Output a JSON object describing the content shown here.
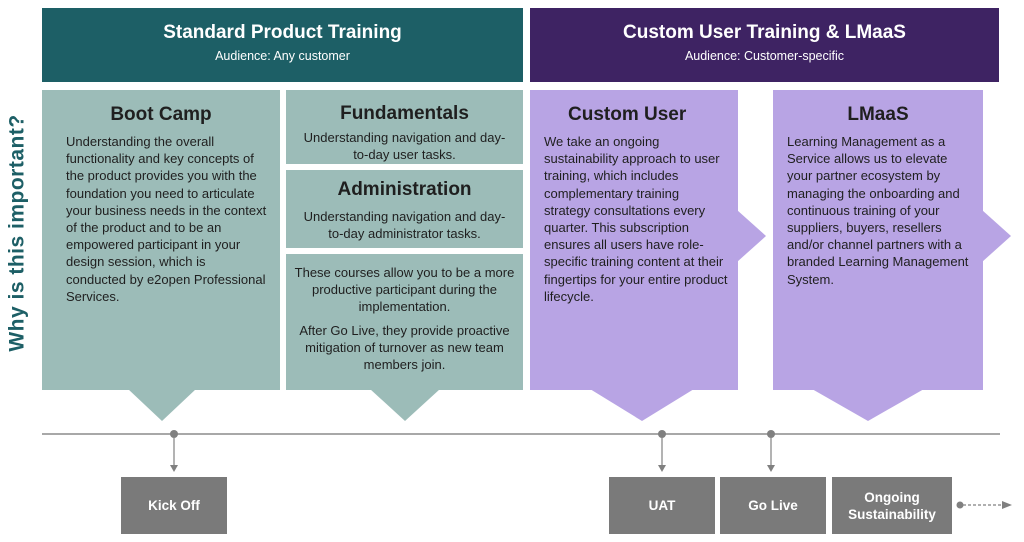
{
  "headers": {
    "standard": {
      "title": "Standard Product Training",
      "subtitle": "Audience: Any customer"
    },
    "custom": {
      "title": "Custom User Training & LMaaS",
      "subtitle": "Audience: Customer-specific"
    }
  },
  "side_label": "Why is this important?",
  "boot_camp": {
    "title": "Boot Camp",
    "text": "Understanding the overall functionality and key concepts of the product provides you with the foundation you need to articulate your business needs in the context of the product and to be an empowered participant in your design session, which is conducted by e2open Professional Services."
  },
  "fundamentals": {
    "title": "Fundamentals",
    "text": "Understanding navigation and day-to-day user tasks."
  },
  "administration": {
    "title": "Administration",
    "text": "Understanding navigation and day-to-day administrator tasks."
  },
  "courses_note": {
    "p1": "These courses allow you to be a more productive participant during the implementation.",
    "p2": "After Go Live, they provide proactive mitigation of turnover as new team members join."
  },
  "custom_user": {
    "title": "Custom User",
    "text": "We take an ongoing sustainability approach to user training, which includes complementary training strategy consultations every quarter. This subscription ensures all users have role-specific training content at their fingertips for your entire product lifecycle."
  },
  "lmaas": {
    "title": "LMaaS",
    "text": "Learning Management as a Service allows us to elevate your partner ecosystem by managing the onboarding and continuous training of your suppliers, buyers, resellers and/or channel partners with a branded Learning Management System."
  },
  "milestones": {
    "kick_off": "Kick Off",
    "uat": "UAT",
    "go_live": "Go Live",
    "ongoing": "Ongoing Sustainability"
  },
  "colors": {
    "header_teal": "#1d5f66",
    "header_purple": "#3e2363",
    "box_teal": "#9cbcb8",
    "box_lavender": "#b8a4e4",
    "milestone_gray": "#7a7a7a",
    "timeline_gray": "#8c8c8c"
  }
}
